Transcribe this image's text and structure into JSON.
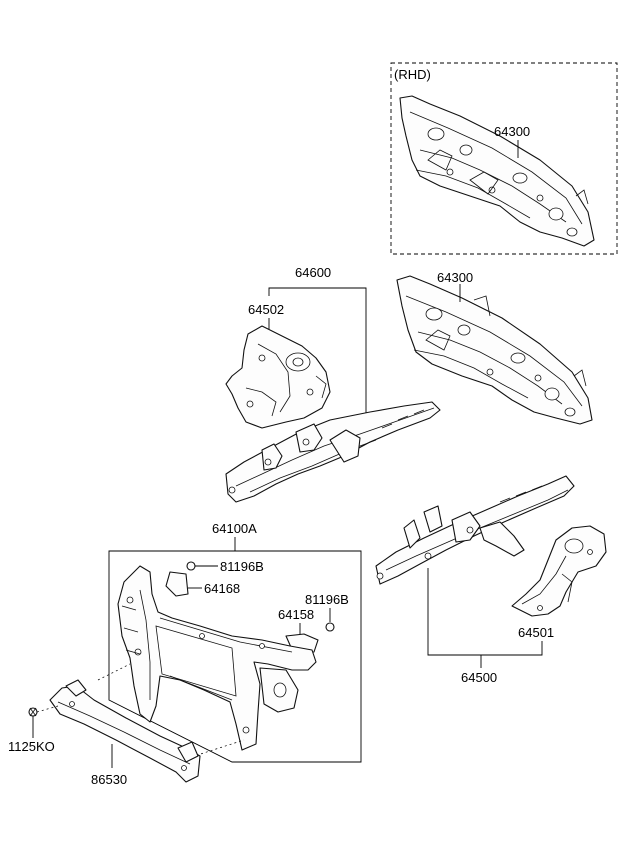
{
  "rhd_label": "(RHD)",
  "parts": {
    "dash_panel_rhd": "64300",
    "dash_panel": "64300",
    "front_side_member_lh_assy": "64600",
    "fender_apron_lh": "64502",
    "radiator_support": "64100A",
    "bolt_upper": "81196B",
    "bracket_upper": "64168",
    "bolt_right": "81196B",
    "bracket_right": "64158",
    "bolt_bumper": "1125KO",
    "bumper_beam": "86530",
    "fender_apron_rh": "64501",
    "front_side_member_rh_assy": "64500"
  }
}
